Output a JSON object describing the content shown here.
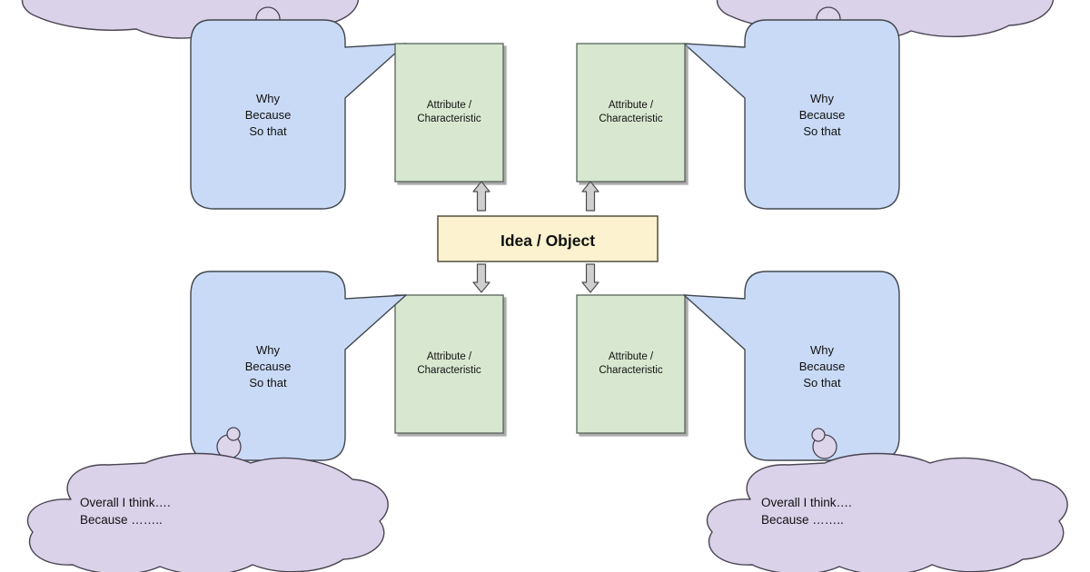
{
  "diagram": {
    "title": "Idea / Object reasoning map",
    "type": "thinking-frame",
    "colors": {
      "bubble_fill": "#c9daf6",
      "bubble_stroke": "#41474f",
      "attribute_fill": "#d8e8d0",
      "attribute_stroke": "#56605a",
      "cloud_fill": "#d9d2e9",
      "cloud_stroke": "#4a4452",
      "center_fill": "#fcf2cf",
      "center_stroke": "#55503f",
      "arrow_fill": "#cfcfcf",
      "arrow_stroke": "#4d4d4d",
      "background": "#ffffff"
    }
  },
  "center": {
    "label": "Idea / Object"
  },
  "attributes": [
    {
      "id": "attr-top-left",
      "line1": "Attribute /",
      "line2": "Characteristic"
    },
    {
      "id": "attr-top-right",
      "line1": "Attribute /",
      "line2": "Characteristic"
    },
    {
      "id": "attr-bottom-left",
      "line1": "Attribute /",
      "line2": "Characteristic"
    },
    {
      "id": "attr-bottom-right",
      "line1": "Attribute /",
      "line2": "Characteristic"
    }
  ],
  "speech_bubbles": [
    {
      "id": "bubble-top-left",
      "line1": "Why",
      "line2": "Because",
      "line3": "So that"
    },
    {
      "id": "bubble-top-right",
      "line1": "Why",
      "line2": "Because",
      "line3": "So that"
    },
    {
      "id": "bubble-bottom-left",
      "line1": "Why",
      "line2": "Because",
      "line3": "So that"
    },
    {
      "id": "bubble-bottom-right",
      "line1": "Why",
      "line2": "Because",
      "line3": "So that"
    }
  ],
  "thought_clouds": [
    {
      "id": "cloud-top-left",
      "line1": "",
      "line2": ""
    },
    {
      "id": "cloud-top-right",
      "line1": "",
      "line2": ""
    },
    {
      "id": "cloud-bottom-left",
      "line1": "Overall I think….",
      "line2": "Because …….."
    },
    {
      "id": "cloud-bottom-right",
      "line1": "Overall I think….",
      "line2": "Because …….."
    }
  ],
  "arrows": [
    {
      "id": "arrow-up-left",
      "direction": "up"
    },
    {
      "id": "arrow-up-right",
      "direction": "up"
    },
    {
      "id": "arrow-down-left",
      "direction": "down"
    },
    {
      "id": "arrow-down-right",
      "direction": "down"
    }
  ]
}
